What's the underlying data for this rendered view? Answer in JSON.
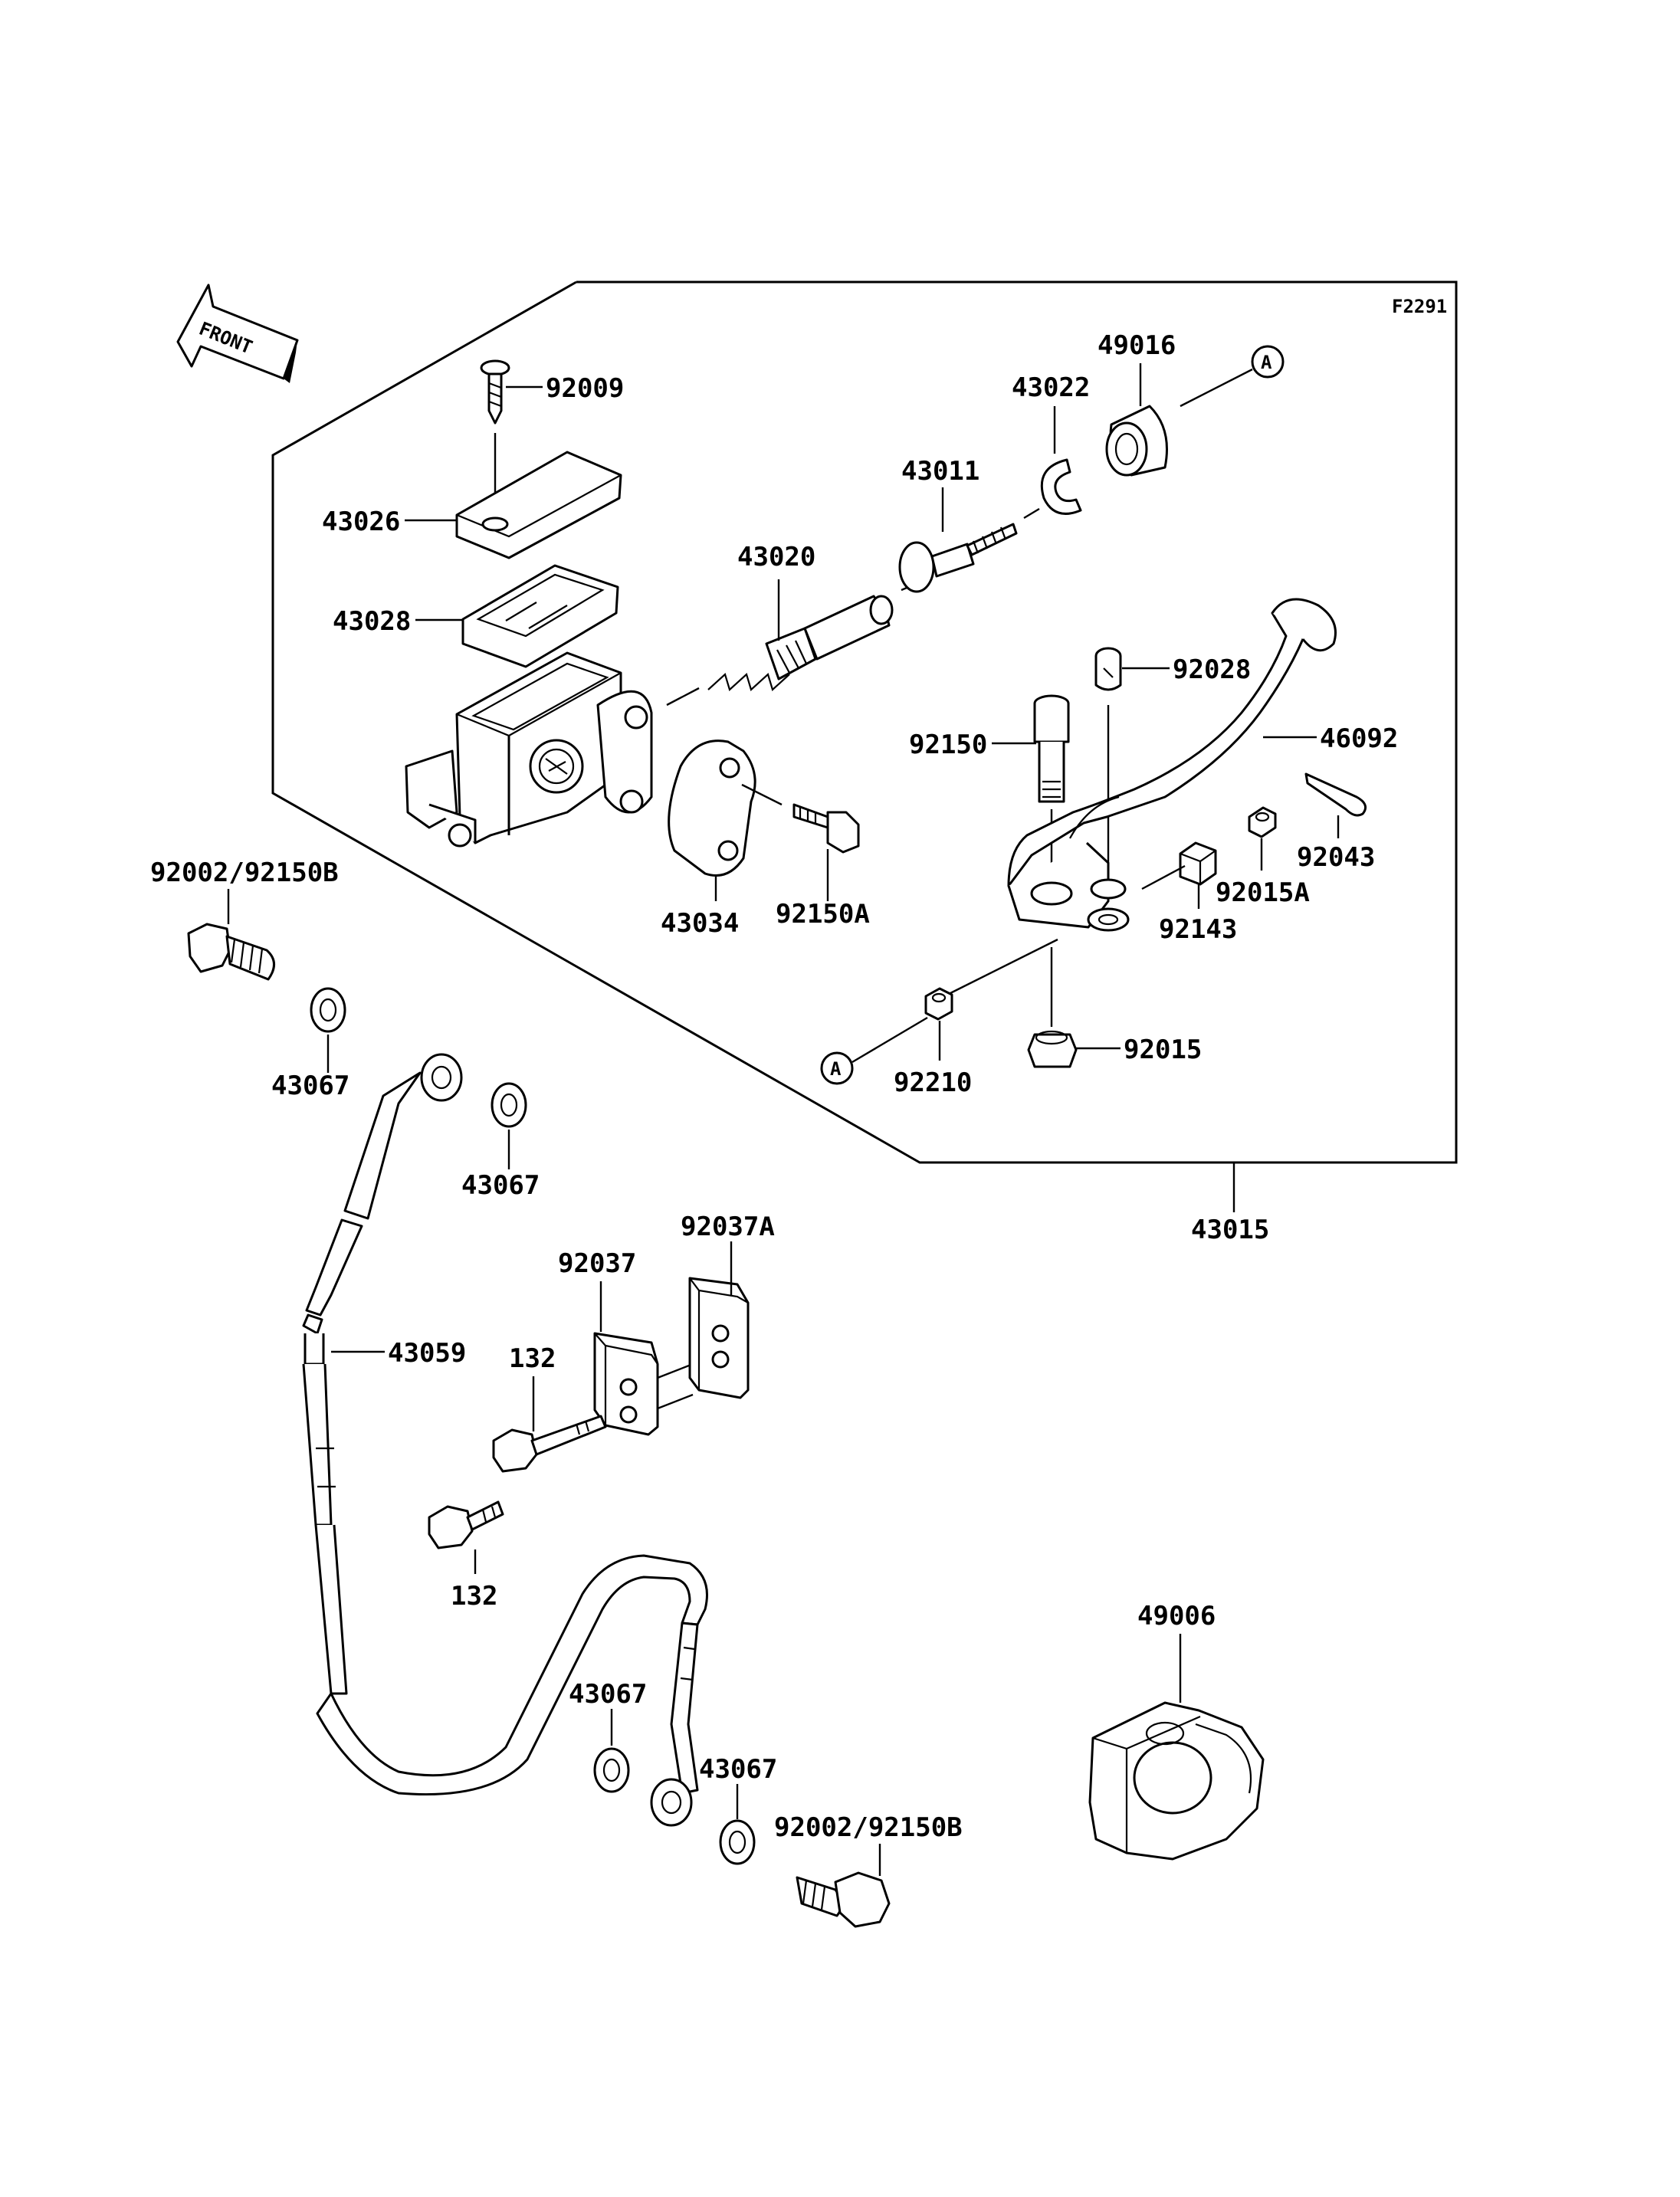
{
  "figure_code": "F2291",
  "front_label": "FRONT",
  "ref_marker": "A",
  "part_numbers": {
    "p92009": "92009",
    "p43026": "43026",
    "p43028": "43028",
    "p43020": "43020",
    "p43011": "43011",
    "p43022": "43022",
    "p49016": "49016",
    "p92028": "92028",
    "p46092": "46092",
    "p92150": "92150",
    "p43034": "43034",
    "p92150A": "92150A",
    "p92043": "92043",
    "p92015A": "92015A",
    "p92143": "92143",
    "p92015": "92015",
    "p92210": "92210",
    "p43015": "43015",
    "p92002_top": "92002/92150B",
    "p43067_a": "43067",
    "p43067_b": "43067",
    "p43067_c": "43067",
    "p43067_d": "43067",
    "p43059": "43059",
    "p92037": "92037",
    "p92037A": "92037A",
    "p132_a": "132",
    "p132_b": "132",
    "p49006": "49006",
    "p92002_bottom": "92002/92150B"
  }
}
